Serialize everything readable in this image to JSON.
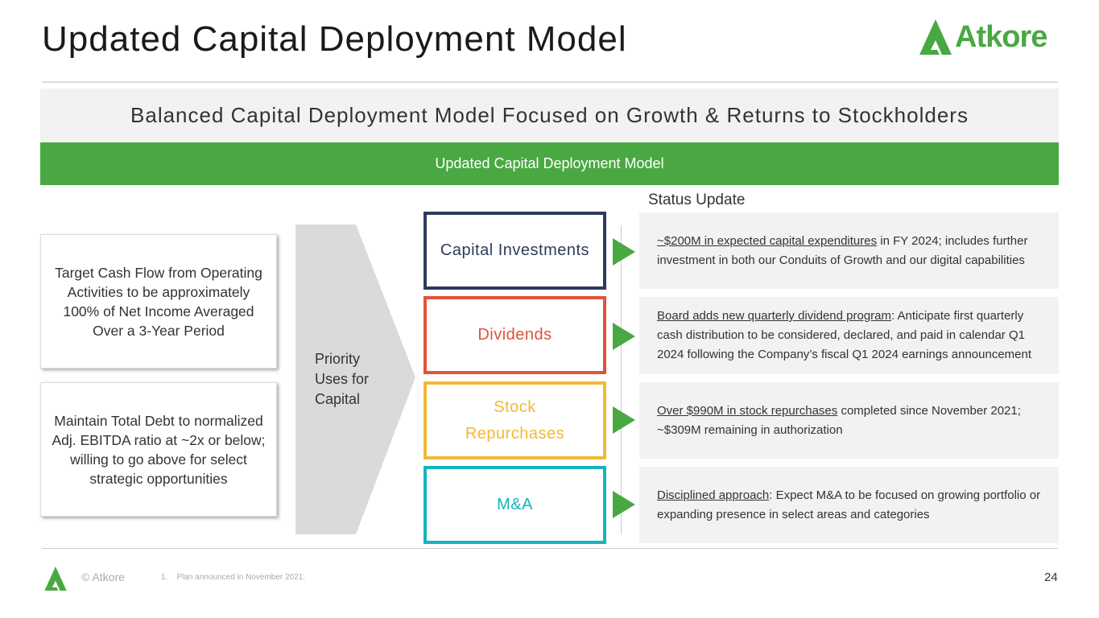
{
  "title": "Updated Capital Deployment Model",
  "logo": {
    "text": "Atkore",
    "brand_color": "#4aa842"
  },
  "banner": "Balanced Capital Deployment Model Focused on Growth & Returns to Stockholders",
  "green_bar": "Updated Capital Deployment Model",
  "status_header": "Status Update",
  "left_boxes": [
    "Target Cash Flow from Operating Activities to be approximately 100% of Net Income Averaged Over a 3-Year Period",
    "Maintain Total Debt to normalized Adj. EBITDA ratio at ~2x or below; willing to go above for select strategic opportunities"
  ],
  "priority_label": "Priority Uses for Capital",
  "categories": [
    {
      "label": "Capital Investments",
      "color": "#2e3a5c",
      "status_link": "~$200M in expected capital expenditures",
      "status_rest": " in FY 2024; includes further investment in both our Conduits of Growth and our digital capabilities"
    },
    {
      "label": "Dividends",
      "color": "#e0533a",
      "status_link": "Board adds new quarterly dividend program",
      "status_rest": ": Anticipate first quarterly cash distribution to be considered, declared, and paid in calendar Q1 2024 following the Company’s fiscal Q1 2024 earnings announcement"
    },
    {
      "label": "Stock Repurchases",
      "color": "#f2b935",
      "status_link": "Over $990M in stock repurchases",
      "status_rest": " completed since November 2021; ~$309M remaining in authorization"
    },
    {
      "label": "M&A",
      "color": "#14b3c0",
      "status_link": "Disciplined approach",
      "status_rest": ": Expect M&A to be focused on growing portfolio or expanding presence in select areas and categories"
    }
  ],
  "footer": {
    "copyright": "© Atkore",
    "footnote_num": "1.",
    "footnote": "Plan announced in November 2021.",
    "page": "24"
  }
}
